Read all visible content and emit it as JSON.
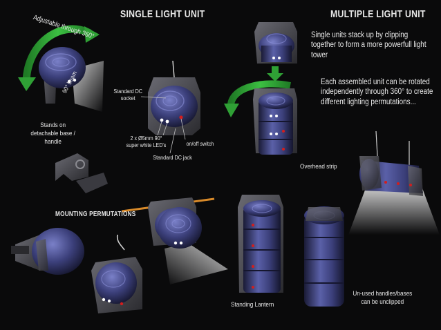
{
  "headings": {
    "single": "SINGLE LIGHT UNIT",
    "multiple": "MULTIPLE LIGHT UNIT",
    "mounting": "MOUNTING PERMUTATIONS"
  },
  "labels": {
    "adjustable": "Adjustable through 360°",
    "beam": "90° beam",
    "stands": "Stands on detachable base / handle",
    "dc_socket": "Standard DC socket",
    "leds": "2 x Ø5mm 90° super white LED's",
    "switch": "on/off switch",
    "dc_jack": "Standard DC jack",
    "stack_desc": "Single units stack up by clipping together to form a more powerfull light tower",
    "rotate_desc": "Each assembled unit can be rotated independently through 360° to create different lighting permutations...",
    "overhead": "Overhead strip",
    "lantern": "Standing Lantern",
    "unused": "Un-used handles/bases can be unclipped"
  },
  "colors": {
    "background": "#0a0a0b",
    "unit_body": "#3b3f7a",
    "bracket": "#4a4a50",
    "arrow": "#2fa035",
    "led": "#d21e1e",
    "beam": "#f2f2f2"
  }
}
